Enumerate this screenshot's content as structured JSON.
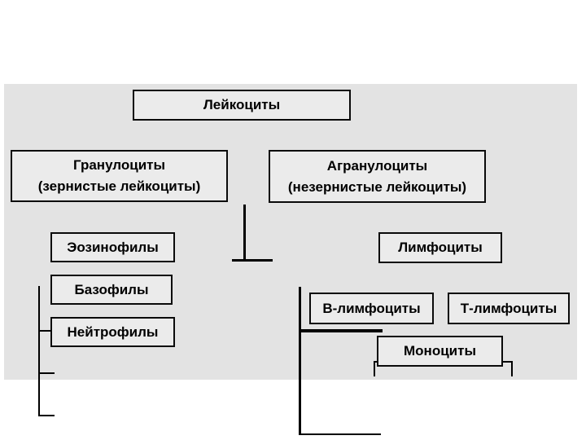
{
  "panel": {
    "background": "#e3e3e3"
  },
  "diagram": {
    "language": "ru",
    "colors": {
      "box_fill": "#ebebeb",
      "box_border": "#0a0a0a",
      "connector": "#000000",
      "text": "#000000"
    },
    "nodes": {
      "leukocytes": {
        "label": "Лейкоциты"
      },
      "granulocytes": {
        "label": "Гранулоциты",
        "sublabel": "(зернистые лейкоциты)"
      },
      "agranulocytes": {
        "label": "Агранулоциты",
        "sublabel": "(незернистые лейкоциты)"
      },
      "eosinophils": {
        "label": "Эозинофилы"
      },
      "basophils": {
        "label": "Базофилы"
      },
      "neutrophils": {
        "label": "Нейтрофилы"
      },
      "lymphocytes": {
        "label": "Лимфоциты"
      },
      "b_lymphocytes": {
        "label": "В-лимфоциты"
      },
      "t_lymphocytes": {
        "label": "Т-лимфоциты"
      },
      "monocytes": {
        "label": "Моноциты"
      }
    },
    "hierarchy": {
      "root": "leukocytes",
      "children_of_root": [
        "granulocytes",
        "agranulocytes"
      ],
      "children_of_granulocytes": [
        "eosinophils",
        "basophils",
        "neutrophils"
      ],
      "children_of_agranulocytes": [
        "lymphocytes",
        "monocytes"
      ],
      "children_of_lymphocytes": [
        "b_lymphocytes",
        "t_lymphocytes"
      ]
    }
  }
}
